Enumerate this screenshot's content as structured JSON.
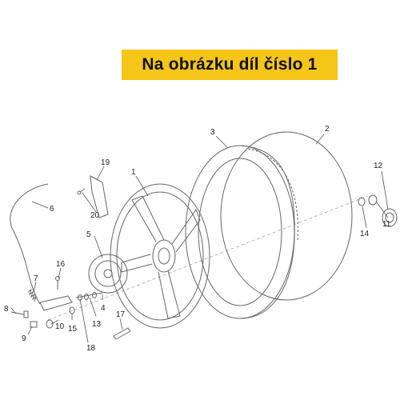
{
  "banner": {
    "text": "Na obrázku díl číslo 1"
  },
  "callouts": [
    "1",
    "2",
    "3",
    "4",
    "5",
    "6",
    "7",
    "8",
    "9",
    "10",
    "11",
    "12",
    "13",
    "14",
    "15",
    "16",
    "17",
    "18",
    "19",
    "20"
  ],
  "colors": {
    "banner_bg": "#f5c518",
    "line": "#555555"
  }
}
